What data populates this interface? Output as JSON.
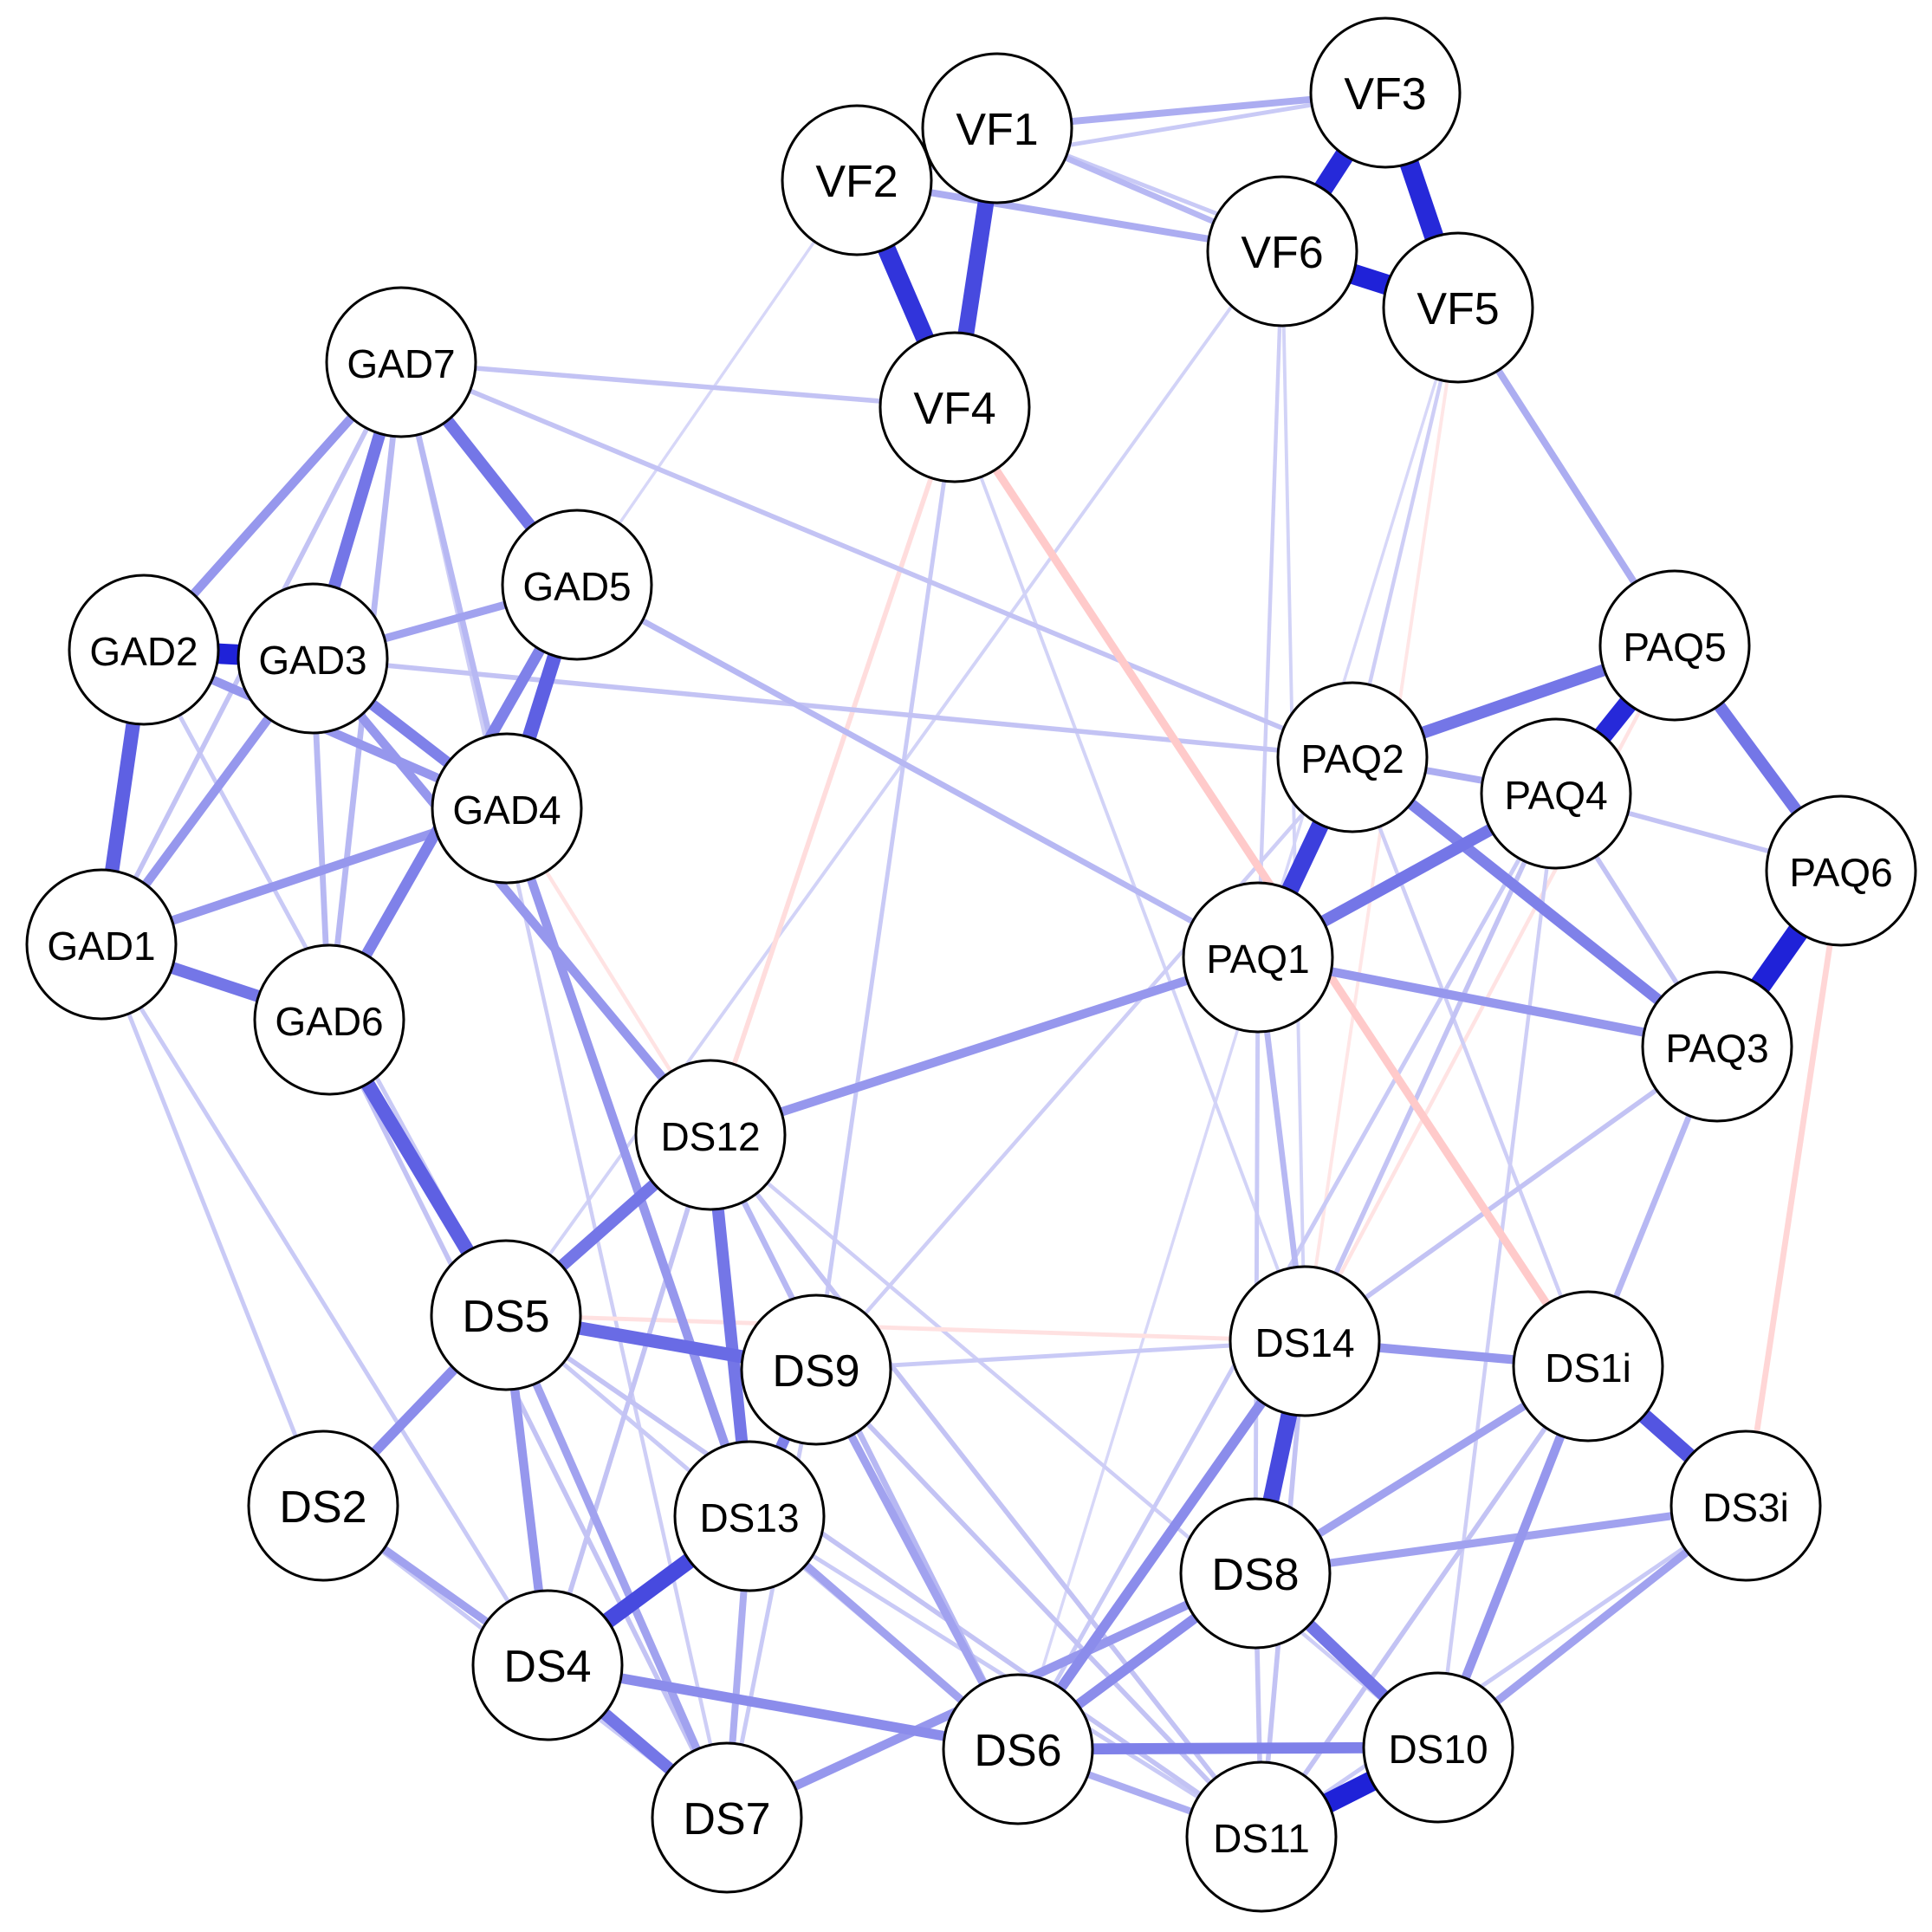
{
  "colors": {
    "positive": "#1f22d8",
    "negative": "#ff8080",
    "node_fill": "#ffffff",
    "node_stroke": "#000000"
  },
  "nodes": [
    {
      "id": "VF1",
      "label": "VF1"
    },
    {
      "id": "VF2",
      "label": "VF2"
    },
    {
      "id": "VF3",
      "label": "VF3"
    },
    {
      "id": "VF4",
      "label": "VF4"
    },
    {
      "id": "VF5",
      "label": "VF5"
    },
    {
      "id": "VF6",
      "label": "VF6"
    },
    {
      "id": "GAD1",
      "label": "GAD1"
    },
    {
      "id": "GAD2",
      "label": "GAD2"
    },
    {
      "id": "GAD3",
      "label": "GAD3"
    },
    {
      "id": "GAD4",
      "label": "GAD4"
    },
    {
      "id": "GAD5",
      "label": "GAD5"
    },
    {
      "id": "GAD6",
      "label": "GAD6"
    },
    {
      "id": "GAD7",
      "label": "GAD7"
    },
    {
      "id": "PAQ1",
      "label": "PAQ1"
    },
    {
      "id": "PAQ2",
      "label": "PAQ2"
    },
    {
      "id": "PAQ3",
      "label": "PAQ3"
    },
    {
      "id": "PAQ4",
      "label": "PAQ4"
    },
    {
      "id": "PAQ5",
      "label": "PAQ5"
    },
    {
      "id": "PAQ6",
      "label": "PAQ6"
    },
    {
      "id": "DS12",
      "label": "DS12"
    },
    {
      "id": "DS5",
      "label": "DS5"
    },
    {
      "id": "DS9",
      "label": "DS9"
    },
    {
      "id": "DS13",
      "label": "DS13"
    },
    {
      "id": "DS2",
      "label": "DS2"
    },
    {
      "id": "DS4",
      "label": "DS4"
    },
    {
      "id": "DS7",
      "label": "DS7"
    },
    {
      "id": "DS6",
      "label": "DS6"
    },
    {
      "id": "DS14",
      "label": "DS14"
    },
    {
      "id": "DS1i",
      "label": "DS1i"
    },
    {
      "id": "DS3i",
      "label": "DS3i"
    },
    {
      "id": "DS8",
      "label": "DS8"
    },
    {
      "id": "DS10",
      "label": "DS10"
    },
    {
      "id": "DS11",
      "label": "DS11"
    }
  ],
  "edges": [
    {
      "from": "VF1",
      "to": "VF2",
      "weight": 0.9,
      "sign": "positive"
    },
    {
      "from": "VF2",
      "to": "VF4",
      "weight": 0.8,
      "sign": "positive"
    },
    {
      "from": "VF1",
      "to": "VF4",
      "weight": 0.7,
      "sign": "positive"
    },
    {
      "from": "VF3",
      "to": "VF6",
      "weight": 0.85,
      "sign": "positive"
    },
    {
      "from": "VF3",
      "to": "VF5",
      "weight": 0.85,
      "sign": "positive"
    },
    {
      "from": "VF6",
      "to": "VF5",
      "weight": 0.9,
      "sign": "positive"
    },
    {
      "from": "VF1",
      "to": "VF3",
      "weight": 0.25,
      "sign": "positive"
    },
    {
      "from": "VF2",
      "to": "VF6",
      "weight": 0.25,
      "sign": "positive"
    },
    {
      "from": "VF1",
      "to": "VF6",
      "weight": 0.2,
      "sign": "positive"
    },
    {
      "from": "VF2",
      "to": "VF3",
      "weight": 0.12,
      "sign": "positive"
    },
    {
      "from": "VF1",
      "to": "VF5",
      "weight": 0.12,
      "sign": "positive"
    },
    {
      "from": "VF5",
      "to": "PAQ5",
      "weight": 0.25,
      "sign": "positive"
    },
    {
      "from": "VF4",
      "to": "GAD7",
      "weight": 0.15,
      "sign": "positive"
    },
    {
      "from": "VF4",
      "to": "DS9",
      "weight": 0.12,
      "sign": "positive"
    },
    {
      "from": "VF4",
      "to": "DS14",
      "weight": 0.08,
      "sign": "positive"
    },
    {
      "from": "VF4",
      "to": "DS1i",
      "weight": 0.3,
      "sign": "negative"
    },
    {
      "from": "VF4",
      "to": "DS12",
      "weight": 0.15,
      "sign": "negative"
    },
    {
      "from": "VF6",
      "to": "DS14",
      "weight": 0.08,
      "sign": "positive"
    },
    {
      "from": "VF6",
      "to": "PAQ1",
      "weight": 0.1,
      "sign": "positive"
    },
    {
      "from": "VF5",
      "to": "DS14",
      "weight": 0.08,
      "sign": "negative"
    },
    {
      "from": "VF5",
      "to": "PAQ2",
      "weight": 0.1,
      "sign": "positive"
    },
    {
      "from": "VF5",
      "to": "DS6",
      "weight": 0.06,
      "sign": "positive"
    },
    {
      "from": "VF3",
      "to": "DS5",
      "weight": 0.08,
      "sign": "positive"
    },
    {
      "from": "VF2",
      "to": "GAD5",
      "weight": 0.06,
      "sign": "positive"
    },
    {
      "from": "GAD2",
      "to": "GAD3",
      "weight": 0.9,
      "sign": "positive"
    },
    {
      "from": "GAD2",
      "to": "GAD1",
      "weight": 0.6,
      "sign": "positive"
    },
    {
      "from": "GAD7",
      "to": "GAD3",
      "weight": 0.5,
      "sign": "positive"
    },
    {
      "from": "GAD7",
      "to": "GAD2",
      "weight": 0.35,
      "sign": "positive"
    },
    {
      "from": "GAD7",
      "to": "GAD5",
      "weight": 0.5,
      "sign": "positive"
    },
    {
      "from": "GAD7",
      "to": "GAD4",
      "weight": 0.2,
      "sign": "positive"
    },
    {
      "from": "GAD7",
      "to": "GAD6",
      "weight": 0.2,
      "sign": "positive"
    },
    {
      "from": "GAD7",
      "to": "GAD1",
      "weight": 0.15,
      "sign": "positive"
    },
    {
      "from": "GAD5",
      "to": "GAD4",
      "weight": 0.6,
      "sign": "positive"
    },
    {
      "from": "GAD5",
      "to": "GAD3",
      "weight": 0.3,
      "sign": "positive"
    },
    {
      "from": "GAD5",
      "to": "GAD6",
      "weight": 0.45,
      "sign": "positive"
    },
    {
      "from": "GAD3",
      "to": "GAD4",
      "weight": 0.45,
      "sign": "positive"
    },
    {
      "from": "GAD2",
      "to": "GAD4",
      "weight": 0.35,
      "sign": "positive"
    },
    {
      "from": "GAD3",
      "to": "GAD1",
      "weight": 0.35,
      "sign": "positive"
    },
    {
      "from": "GAD4",
      "to": "GAD1",
      "weight": 0.35,
      "sign": "positive"
    },
    {
      "from": "GAD1",
      "to": "GAD6",
      "weight": 0.5,
      "sign": "positive"
    },
    {
      "from": "GAD3",
      "to": "GAD6",
      "weight": 0.2,
      "sign": "positive"
    },
    {
      "from": "GAD6",
      "to": "DS5",
      "weight": 0.6,
      "sign": "positive"
    },
    {
      "from": "GAD4",
      "to": "DS13",
      "weight": 0.35,
      "sign": "positive"
    },
    {
      "from": "GAD3",
      "to": "DS12",
      "weight": 0.35,
      "sign": "positive"
    },
    {
      "from": "GAD5",
      "to": "PAQ1",
      "weight": 0.2,
      "sign": "positive"
    },
    {
      "from": "GAD3",
      "to": "PAQ2",
      "weight": 0.15,
      "sign": "positive"
    },
    {
      "from": "GAD7",
      "to": "PAQ2",
      "weight": 0.15,
      "sign": "positive"
    },
    {
      "from": "GAD1",
      "to": "DS2",
      "weight": 0.12,
      "sign": "positive"
    },
    {
      "from": "GAD1",
      "to": "DS4",
      "weight": 0.12,
      "sign": "positive"
    },
    {
      "from": "GAD2",
      "to": "DS5",
      "weight": 0.12,
      "sign": "positive"
    },
    {
      "from": "GAD6",
      "to": "DS7",
      "weight": 0.15,
      "sign": "positive"
    },
    {
      "from": "GAD7",
      "to": "DS7",
      "weight": 0.1,
      "sign": "positive"
    },
    {
      "from": "GAD4",
      "to": "DS12",
      "weight": 0.1,
      "sign": "negative"
    },
    {
      "from": "PAQ5",
      "to": "PAQ4",
      "weight": 0.85,
      "sign": "positive"
    },
    {
      "from": "PAQ6",
      "to": "PAQ3",
      "weight": 0.95,
      "sign": "positive"
    },
    {
      "from": "PAQ2",
      "to": "PAQ1",
      "weight": 0.75,
      "sign": "positive"
    },
    {
      "from": "PAQ2",
      "to": "PAQ5",
      "weight": 0.5,
      "sign": "positive"
    },
    {
      "from": "PAQ5",
      "to": "PAQ6",
      "weight": 0.5,
      "sign": "positive"
    },
    {
      "from": "PAQ4",
      "to": "PAQ1",
      "weight": 0.5,
      "sign": "positive"
    },
    {
      "from": "PAQ2",
      "to": "PAQ3",
      "weight": 0.45,
      "sign": "positive"
    },
    {
      "from": "PAQ1",
      "to": "PAQ3",
      "weight": 0.35,
      "sign": "positive"
    },
    {
      "from": "PAQ2",
      "to": "PAQ4",
      "weight": 0.25,
      "sign": "positive"
    },
    {
      "from": "PAQ4",
      "to": "PAQ6",
      "weight": 0.15,
      "sign": "positive"
    },
    {
      "from": "PAQ4",
      "to": "PAQ3",
      "weight": 0.15,
      "sign": "positive"
    },
    {
      "from": "PAQ1",
      "to": "DS12",
      "weight": 0.35,
      "sign": "positive"
    },
    {
      "from": "PAQ1",
      "to": "DS14",
      "weight": 0.2,
      "sign": "positive"
    },
    {
      "from": "PAQ1",
      "to": "DS8",
      "weight": 0.12,
      "sign": "positive"
    },
    {
      "from": "PAQ3",
      "to": "DS1i",
      "weight": 0.2,
      "sign": "positive"
    },
    {
      "from": "PAQ3",
      "to": "DS14",
      "weight": 0.15,
      "sign": "positive"
    },
    {
      "from": "PAQ4",
      "to": "DS14",
      "weight": 0.15,
      "sign": "positive"
    },
    {
      "from": "PAQ4",
      "to": "DS6",
      "weight": 0.12,
      "sign": "positive"
    },
    {
      "from": "PAQ6",
      "to": "DS3i",
      "weight": 0.2,
      "sign": "negative"
    },
    {
      "from": "PAQ5",
      "to": "DS14",
      "weight": 0.1,
      "sign": "negative"
    },
    {
      "from": "PAQ2",
      "to": "DS9",
      "weight": 0.1,
      "sign": "positive"
    },
    {
      "from": "PAQ4",
      "to": "DS10",
      "weight": 0.1,
      "sign": "positive"
    },
    {
      "from": "PAQ2",
      "to": "DS1i",
      "weight": 0.1,
      "sign": "positive"
    },
    {
      "from": "DS12",
      "to": "DS5",
      "weight": 0.5,
      "sign": "positive"
    },
    {
      "from": "DS12",
      "to": "DS13",
      "weight": 0.5,
      "sign": "positive"
    },
    {
      "from": "DS5",
      "to": "DS9",
      "weight": 0.55,
      "sign": "positive"
    },
    {
      "from": "DS9",
      "to": "DS13",
      "weight": 0.45,
      "sign": "positive"
    },
    {
      "from": "DS13",
      "to": "DS4",
      "weight": 0.7,
      "sign": "positive"
    },
    {
      "from": "DS5",
      "to": "DS2",
      "weight": 0.4,
      "sign": "positive"
    },
    {
      "from": "DS5",
      "to": "DS4",
      "weight": 0.35,
      "sign": "positive"
    },
    {
      "from": "DS5",
      "to": "DS7",
      "weight": 0.3,
      "sign": "positive"
    },
    {
      "from": "DS2",
      "to": "DS4",
      "weight": 0.3,
      "sign": "positive"
    },
    {
      "from": "DS4",
      "to": "DS7",
      "weight": 0.5,
      "sign": "positive"
    },
    {
      "from": "DS4",
      "to": "DS6",
      "weight": 0.4,
      "sign": "positive"
    },
    {
      "from": "DS13",
      "to": "DS7",
      "weight": 0.25,
      "sign": "positive"
    },
    {
      "from": "DS13",
      "to": "DS6",
      "weight": 0.3,
      "sign": "positive"
    },
    {
      "from": "DS9",
      "to": "DS6",
      "weight": 0.3,
      "sign": "positive"
    },
    {
      "from": "DS12",
      "to": "DS6",
      "weight": 0.2,
      "sign": "positive"
    },
    {
      "from": "DS12",
      "to": "DS11",
      "weight": 0.15,
      "sign": "positive"
    },
    {
      "from": "DS5",
      "to": "DS11",
      "weight": 0.15,
      "sign": "positive"
    },
    {
      "from": "DS5",
      "to": "DS14",
      "weight": 0.12,
      "sign": "negative"
    },
    {
      "from": "DS14",
      "to": "DS8",
      "weight": 0.7,
      "sign": "positive"
    },
    {
      "from": "DS14",
      "to": "DS1i",
      "weight": 0.35,
      "sign": "positive"
    },
    {
      "from": "DS14",
      "to": "DS6",
      "weight": 0.4,
      "sign": "positive"
    },
    {
      "from": "DS14",
      "to": "DS11",
      "weight": 0.15,
      "sign": "positive"
    },
    {
      "from": "DS14",
      "to": "DS9",
      "weight": 0.12,
      "sign": "positive"
    },
    {
      "from": "DS1i",
      "to": "DS3i",
      "weight": 0.65,
      "sign": "positive"
    },
    {
      "from": "DS1i",
      "to": "DS8",
      "weight": 0.3,
      "sign": "positive"
    },
    {
      "from": "DS1i",
      "to": "DS10",
      "weight": 0.35,
      "sign": "positive"
    },
    {
      "from": "DS1i",
      "to": "DS11",
      "weight": 0.15,
      "sign": "positive"
    },
    {
      "from": "DS3i",
      "to": "DS8",
      "weight": 0.3,
      "sign": "positive"
    },
    {
      "from": "DS3i",
      "to": "DS10",
      "weight": 0.3,
      "sign": "positive"
    },
    {
      "from": "DS8",
      "to": "DS10",
      "weight": 0.5,
      "sign": "positive"
    },
    {
      "from": "DS8",
      "to": "DS6",
      "weight": 0.4,
      "sign": "positive"
    },
    {
      "from": "DS8",
      "to": "DS7",
      "weight": 0.35,
      "sign": "positive"
    },
    {
      "from": "DS8",
      "to": "DS11",
      "weight": 0.15,
      "sign": "positive"
    },
    {
      "from": "DS10",
      "to": "DS11",
      "weight": 0.9,
      "sign": "positive"
    },
    {
      "from": "DS6",
      "to": "DS10",
      "weight": 0.45,
      "sign": "positive"
    },
    {
      "from": "DS6",
      "to": "DS11",
      "weight": 0.25,
      "sign": "positive"
    },
    {
      "from": "DS9",
      "to": "DS11",
      "weight": 0.15,
      "sign": "positive"
    },
    {
      "from": "DS13",
      "to": "DS11",
      "weight": 0.12,
      "sign": "positive"
    },
    {
      "from": "DS7",
      "to": "DS13",
      "weight": 0.2,
      "sign": "positive"
    },
    {
      "from": "DS2",
      "to": "DS7",
      "weight": 0.12,
      "sign": "positive"
    },
    {
      "from": "DS12",
      "to": "DS4",
      "weight": 0.15,
      "sign": "positive"
    },
    {
      "from": "DS9",
      "to": "DS7",
      "weight": 0.12,
      "sign": "positive"
    },
    {
      "from": "DS3i",
      "to": "DS11",
      "weight": 0.12,
      "sign": "positive"
    },
    {
      "from": "DS12",
      "to": "DS10",
      "weight": 0.1,
      "sign": "positive"
    },
    {
      "from": "DS5",
      "to": "DS6",
      "weight": 0.12,
      "sign": "positive"
    }
  ]
}
